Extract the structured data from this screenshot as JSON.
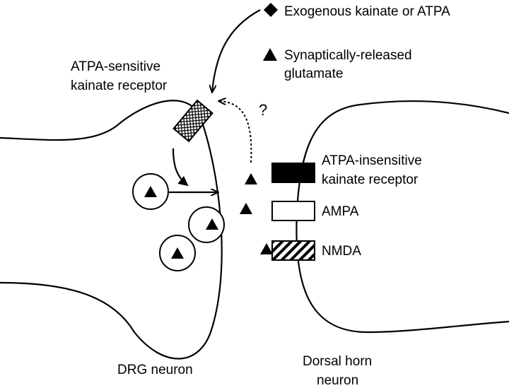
{
  "legend": {
    "exogenous": "Exogenous kainate or ATPA",
    "synaptic_line1": "Synaptically-released",
    "synaptic_line2": "glutamate"
  },
  "labels": {
    "atpa_sensitive_line1": "ATPA-sensitive",
    "atpa_sensitive_line2": "kainate receptor",
    "question": "?",
    "atpa_insensitive_line1": "ATPA-insensitive",
    "atpa_insensitive_line2": "kainate receptor",
    "ampa": "AMPA",
    "nmda": "NMDA",
    "drg_neuron": "DRG neuron",
    "dorsal_horn_line1": "Dorsal horn",
    "dorsal_horn_line2": "neuron"
  },
  "icons": {
    "exogenous_marker": "diamond",
    "glutamate_marker": "triangle"
  }
}
